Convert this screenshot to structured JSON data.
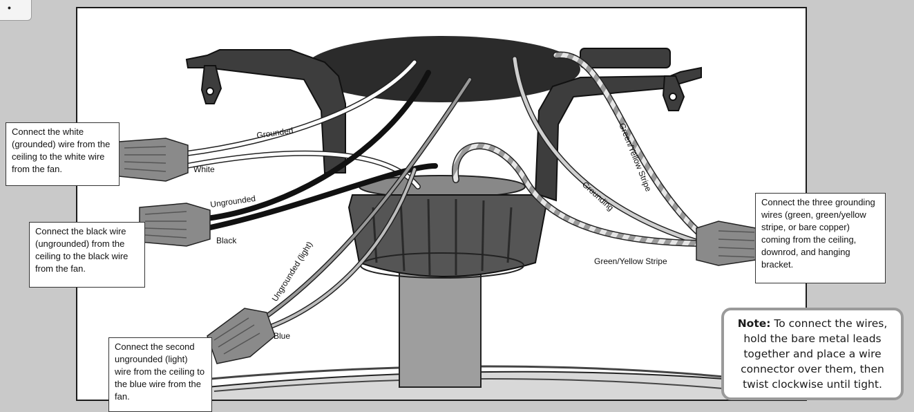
{
  "corner_tab": {
    "glyph": "•"
  },
  "callouts": {
    "white": "Connect the white (grounded) wire from the ceiling to the white wire from the fan.",
    "black": "Connect the black wire (ungrounded) from the ceiling to the black wire from the fan.",
    "blue": "Connect the second ungrounded (light) wire from the ceiling to the blue wire from the fan.",
    "ground": "Connect the three grounding wires (green, green/yellow stripe, or bare copper) coming from the ceiling, downrod, and hanging bracket."
  },
  "wire_labels": {
    "grounded": "Grounded",
    "white": "White",
    "ungrounded": "Ungrounded",
    "black": "Black",
    "ungrounded_light": "Ungrounded (light)",
    "blue": "Blue",
    "grounding": "Grounding",
    "gy_stripe_top": "Green/Yellow Stripe",
    "gy_stripe_bottom": "Green/Yellow Stripe"
  },
  "note": {
    "title": "Note:",
    "text": "To connect the wires, hold the bare metal leads together and place a wire connector over them, then twist clockwise until tight."
  },
  "colors": {
    "background": "#c9c9c9",
    "panel": "#ffffff",
    "dark": "#3a3a3a",
    "mid": "#8a8a8a",
    "light": "#cfcfcf"
  }
}
